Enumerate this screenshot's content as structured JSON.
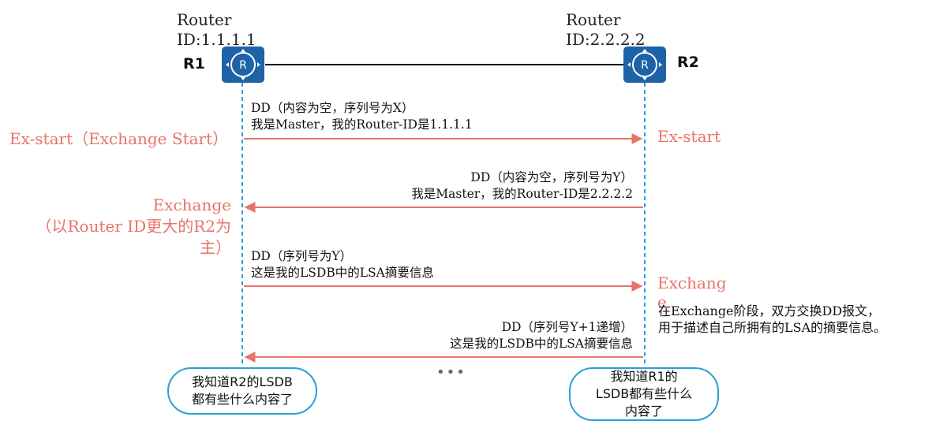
{
  "r1": {
    "id_line1": "Router",
    "id_line2": "ID:1.1.1.1",
    "name": "R1"
  },
  "r2": {
    "id_line1": "Router",
    "id_line2": "ID:2.2.2.2",
    "name": "R2"
  },
  "messages": [
    {
      "line1": "DD（内容为空，序列号为X）",
      "line2": "我是Master，我的Router-ID是1.1.1.1",
      "direction": "r1_to_r2"
    },
    {
      "line1": "DD（内容为空，序列号为Y）",
      "line2": "我是Master，我的Router-ID是2.2.2.2",
      "direction": "r2_to_r1"
    },
    {
      "line1": "DD（序列号为Y）",
      "line2": "这是我的LSDB中的LSA摘要信息",
      "direction": "r1_to_r2"
    },
    {
      "line1": "DD（序列号Y+1递增）",
      "line2": "这是我的LSDB中的LSA摘要信息",
      "direction": "r2_to_r1"
    }
  ],
  "left_states": {
    "exstart": "Ex-start（Exchange Start）",
    "exchange_line1": "Exchange",
    "exchange_line2": "（以Router ID更大的R2为",
    "exchange_line3": "主）"
  },
  "right_states": {
    "exstart": "Ex-start",
    "exchange_line1": "Exchang",
    "exchange_line2": "e"
  },
  "note": {
    "line1": "在Exchange阶段，双方交换DD报文，",
    "line2": "用于描述自己所拥有的LSA的摘要信息。"
  },
  "ellipsis": "•••",
  "bubble_left": {
    "line1": "我知道R2的LSDB",
    "line2": "都有些什么内容了"
  },
  "bubble_right": {
    "line1": "我知道R1的",
    "line2": "LSDB都有些什么",
    "line3": "内容了"
  },
  "colors": {
    "router": "#1e62a7",
    "lifeline": "#2aa0d6",
    "arrow": "#e8736a",
    "state_text": "#e8736a"
  },
  "icons": {
    "router": "router-icon"
  }
}
